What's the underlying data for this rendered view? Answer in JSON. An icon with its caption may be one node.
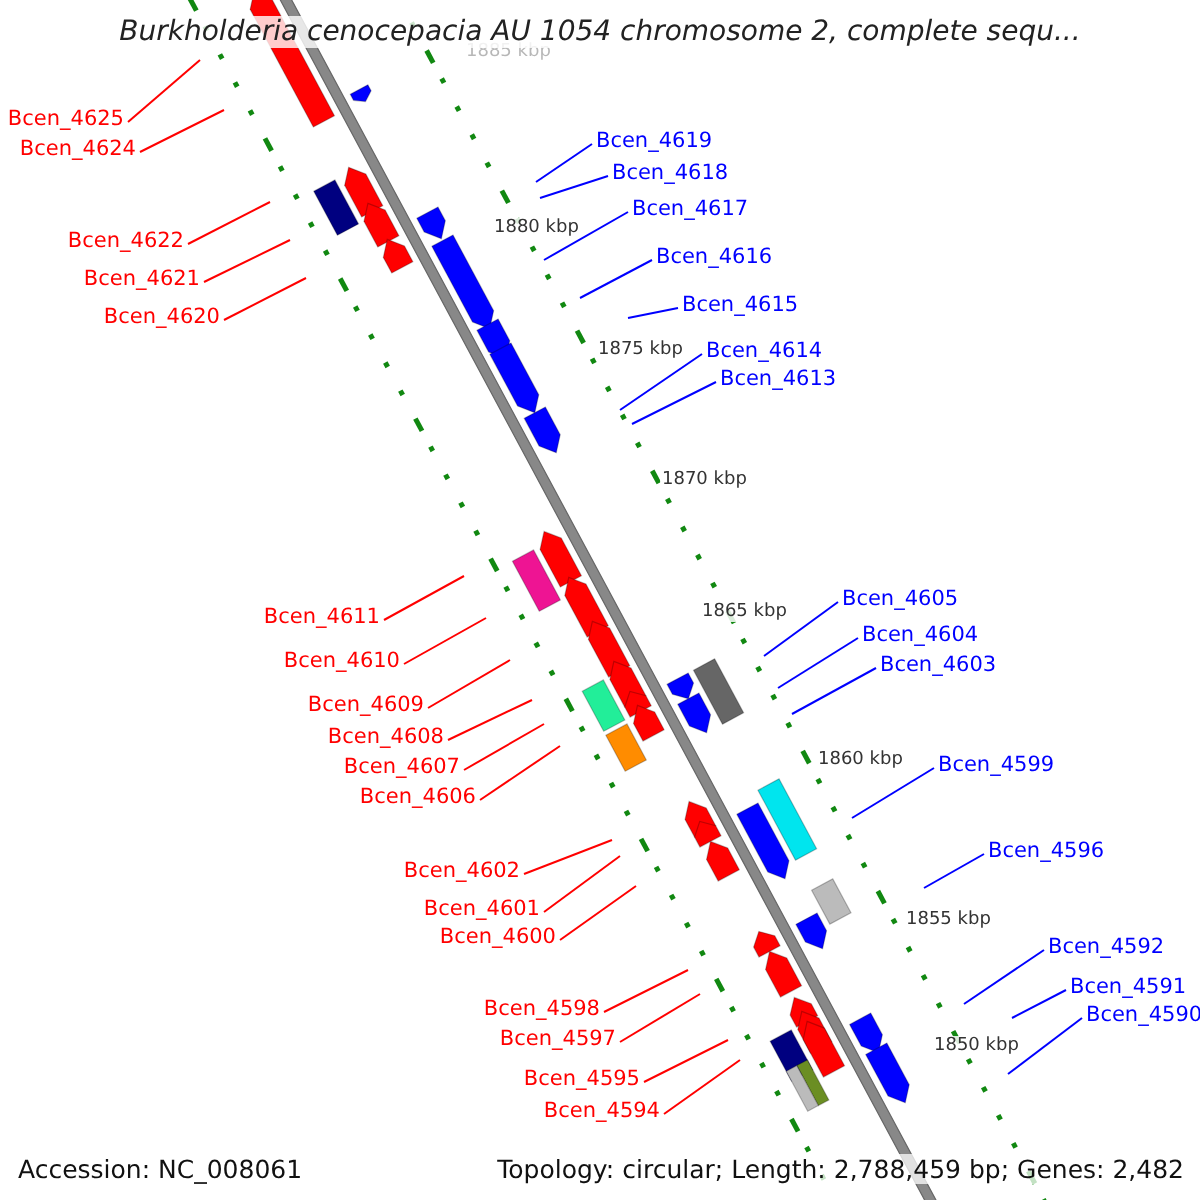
{
  "diagram": {
    "title": "Burkholderia cenocepacia AU 1054 chromosome 2, complete sequ...",
    "nodes": [
      {
        "text": [
          "Bcen_4625"
        ]
      },
      {
        "text": [
          "Bcen_4624"
        ]
      },
      {
        "text": [
          "Bcen_4622"
        ]
      },
      {
        "text": [
          "Bcen_4621"
        ]
      },
      {
        "text": [
          "Bcen_4620"
        ]
      },
      {
        "text": [
          "Bcen_4611"
        ]
      },
      {
        "text": [
          "Bcen_4610"
        ]
      },
      {
        "text": [
          "Bcen_4609"
        ]
      },
      {
        "text": [
          "Bcen_4608"
        ]
      },
      {
        "text": [
          "Bcen_4607"
        ]
      },
      {
        "text": [
          "Bcen_4606"
        ]
      },
      {
        "text": [
          "Bcen_4602"
        ]
      },
      {
        "text": [
          "Bcen_4601"
        ]
      },
      {
        "text": [
          "Bcen_4600"
        ]
      },
      {
        "text": [
          "Bcen_4598"
        ]
      },
      {
        "text": [
          "Bcen_4597"
        ]
      },
      {
        "text": [
          "Bcen_4595"
        ]
      },
      {
        "text": [
          "Bcen_4594"
        ]
      },
      {
        "text": [
          "Bcen_4619"
        ]
      },
      {
        "text": [
          "Bcen_4618"
        ]
      },
      {
        "text": [
          "Bcen_4617"
        ]
      },
      {
        "text": [
          "Bcen_4616"
        ]
      },
      {
        "text": [
          "Bcen_4615"
        ]
      },
      {
        "text": [
          "Bcen_4614"
        ]
      },
      {
        "text": [
          "Bcen_4613"
        ]
      },
      {
        "text": [
          "Bcen_4605"
        ]
      },
      {
        "text": [
          "Bcen_4604"
        ]
      },
      {
        "text": [
          "Bcen_4603"
        ]
      },
      {
        "text": [
          "Bcen_4599"
        ]
      },
      {
        "text": [
          "Bcen_4596"
        ]
      },
      {
        "text": [
          "Bcen_4592"
        ]
      },
      {
        "text": [
          "Bcen_4591"
        ]
      },
      {
        "text": [
          "Bcen_4590"
        ]
      }
    ],
    "edges": [
      {
        "from": 0,
        "to": null,
        "arrow": "none"
      },
      {
        "from": 1,
        "to": null,
        "arrow": "none"
      },
      {
        "from": 2,
        "to": null,
        "arrow": "none"
      },
      {
        "from": 3,
        "to": null,
        "arrow": "none"
      },
      {
        "from": 4,
        "to": null,
        "arrow": "none"
      },
      {
        "from": 5,
        "to": null,
        "arrow": "none"
      },
      {
        "from": 6,
        "to": null,
        "arrow": "none"
      },
      {
        "from": 7,
        "to": null,
        "arrow": "none"
      },
      {
        "from": 8,
        "to": null,
        "arrow": "none"
      },
      {
        "from": 9,
        "to": null,
        "arrow": "none"
      },
      {
        "from": 10,
        "to": null,
        "arrow": "none"
      },
      {
        "from": 11,
        "to": null,
        "arrow": "none"
      },
      {
        "from": 12,
        "to": null,
        "arrow": "none"
      },
      {
        "from": 13,
        "to": null,
        "arrow": "none"
      },
      {
        "from": 14,
        "to": null,
        "arrow": "none"
      },
      {
        "from": 15,
        "to": null,
        "arrow": "none"
      },
      {
        "from": 16,
        "to": null,
        "arrow": "none"
      },
      {
        "from": 17,
        "to": null,
        "arrow": "none"
      },
      {
        "from": 18,
        "to": null,
        "arrow": "none",
        "color": "#0000ff"
      },
      {
        "from": 19,
        "to": null,
        "arrow": "none",
        "color": "#0000ff"
      },
      {
        "from": 20,
        "to": null,
        "arrow": "none",
        "color": "#0000ff"
      },
      {
        "from": 21,
        "to": null,
        "arrow": "none",
        "color": "#0000ff"
      },
      {
        "from": 22,
        "to": null,
        "arrow": "none",
        "color": "#0000ff"
      },
      {
        "from": 23,
        "to": null,
        "arrow": "none",
        "color": "#0000ff"
      },
      {
        "from": 24,
        "to": null,
        "arrow": "none",
        "color": "#0000ff"
      },
      {
        "from": 25,
        "to": null,
        "arrow": "none",
        "color": "#0000ff"
      },
      {
        "from": 26,
        "to": null,
        "arrow": "none",
        "color": "#0000ff"
      },
      {
        "from": 27,
        "to": null,
        "arrow": "none",
        "color": "#0000ff"
      },
      {
        "from": 28,
        "to": null,
        "arrow": "none",
        "color": "#0000ff"
      },
      {
        "from": 29,
        "to": null,
        "arrow": "none",
        "color": "#0000ff"
      },
      {
        "from": 30,
        "to": null,
        "arrow": "none",
        "color": "#0000ff"
      },
      {
        "from": 31,
        "to": null,
        "arrow": "none",
        "color": "#0000ff"
      },
      {
        "from": 32,
        "to": null,
        "arrow": "none",
        "color": "#0000ff"
      }
    ],
    "labels": [
      "1885 kbp",
      "1880 kbp",
      "1875 kbp",
      "1870 kbp",
      "1865 kbp",
      "1860 kbp",
      "1855 kbp",
      "1850 kbp",
      "Accession: NC_008061",
      "Topology: circular; Length: 2,788,459 bp; Genes: 2,482"
    ]
  }
}
